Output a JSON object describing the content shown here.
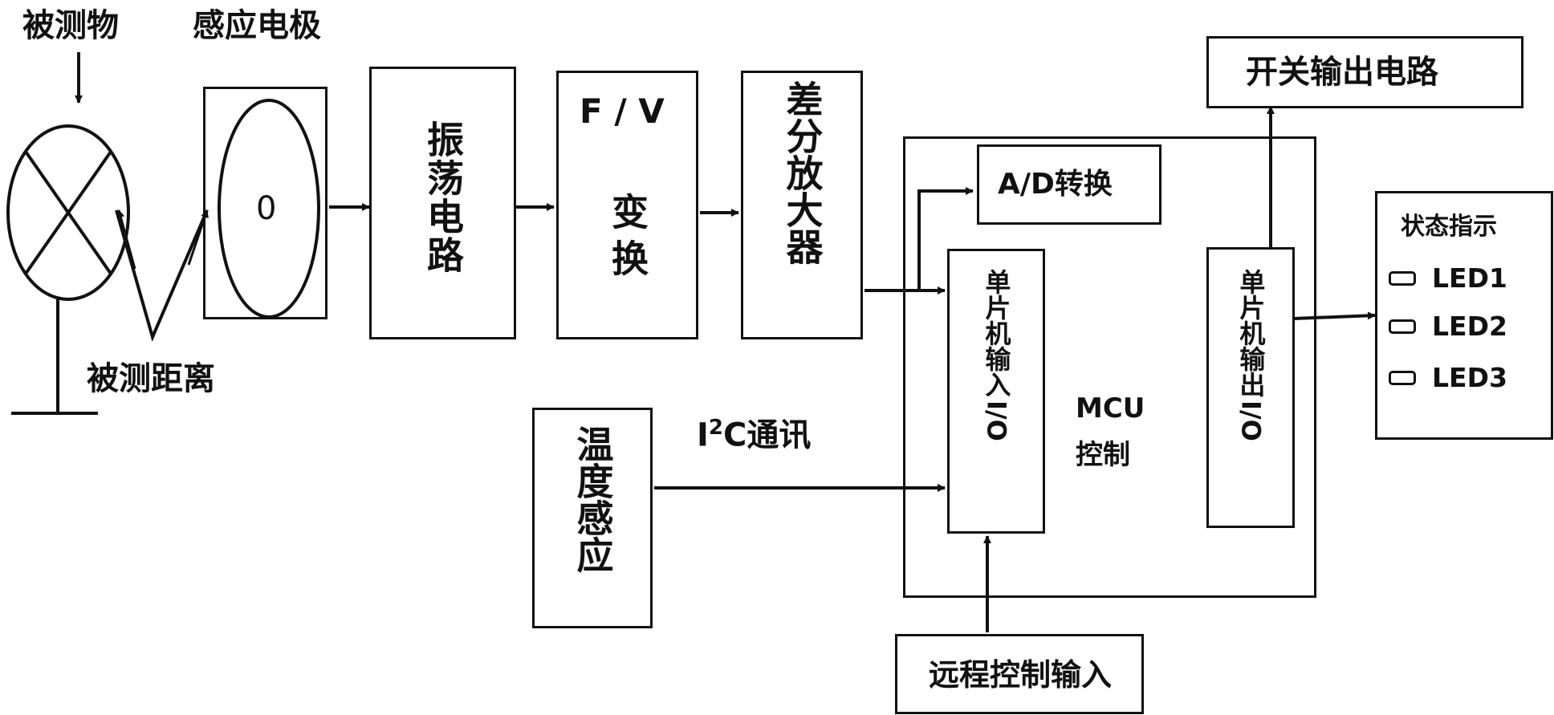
{
  "labels": {
    "measured_object": "被测物",
    "sensing_electrode": "感应电极",
    "measured_distance": "被测距离",
    "electrode_symbol": "0",
    "oscillator": "振荡电路",
    "fv_top": "F / V",
    "fv_bottom": "变换",
    "diff_amp": "差分放大器",
    "ad_convert": "A/D转换",
    "mcu_input": "单片机输入",
    "mcu_input_io": "I/O",
    "mcu_control_line1": "MCU",
    "mcu_control_line2": "控制",
    "mcu_output": "单片机输出",
    "mcu_output_io": "I/O",
    "switch_output": "开关输出电路",
    "status_title": "状态指示",
    "leds": [
      "LED1",
      "LED2",
      "LED3"
    ],
    "temp_sensor": "温度感应",
    "i2c_prefix": "I",
    "i2c_sup": "2",
    "i2c_suffix": "C通讯",
    "remote_input": "远程控制输入"
  }
}
